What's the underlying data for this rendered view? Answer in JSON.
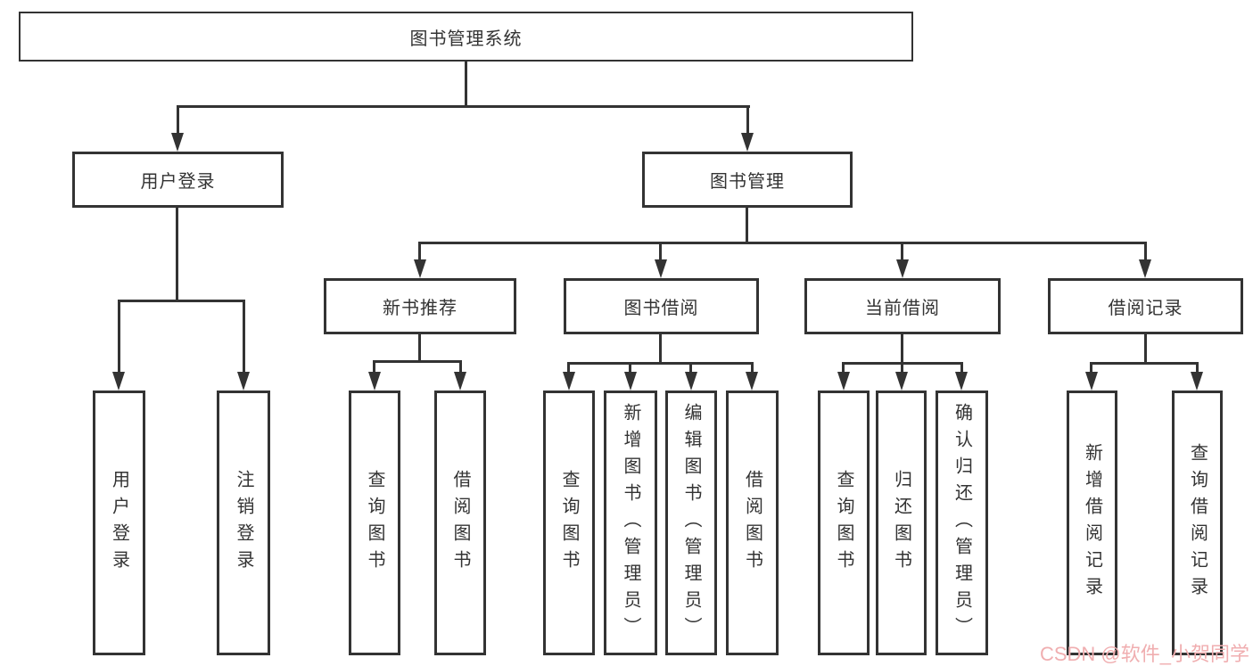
{
  "diagram": {
    "type": "tree",
    "background": "#ffffff",
    "line_color": "#333333",
    "text_color": "#333333",
    "watermark_color": "#f0aeb0",
    "root": {
      "label": "图书管理系统",
      "children": [
        {
          "label": "用户登录",
          "children": [
            {
              "label": "用户登录"
            },
            {
              "label": "注销登录"
            }
          ]
        },
        {
          "label": "图书管理",
          "children": [
            {
              "label": "新书推荐",
              "children": [
                {
                  "label": "查询图书"
                },
                {
                  "label": "借阅图书"
                }
              ]
            },
            {
              "label": "图书借阅",
              "children": [
                {
                  "label": "查询图书"
                },
                {
                  "label": "新增图书（管理员）"
                },
                {
                  "label": "编辑图书（管理员）"
                },
                {
                  "label": "借阅图书"
                }
              ]
            },
            {
              "label": "当前借阅",
              "children": [
                {
                  "label": "查询图书"
                },
                {
                  "label": "归还图书"
                },
                {
                  "label": "确认归还（管理员）"
                }
              ]
            },
            {
              "label": "借阅记录",
              "children": [
                {
                  "label": "新增借阅记录"
                },
                {
                  "label": "查询借阅记录"
                }
              ]
            }
          ]
        }
      ]
    },
    "watermark": "CSDN @软件_小贺同学"
  }
}
